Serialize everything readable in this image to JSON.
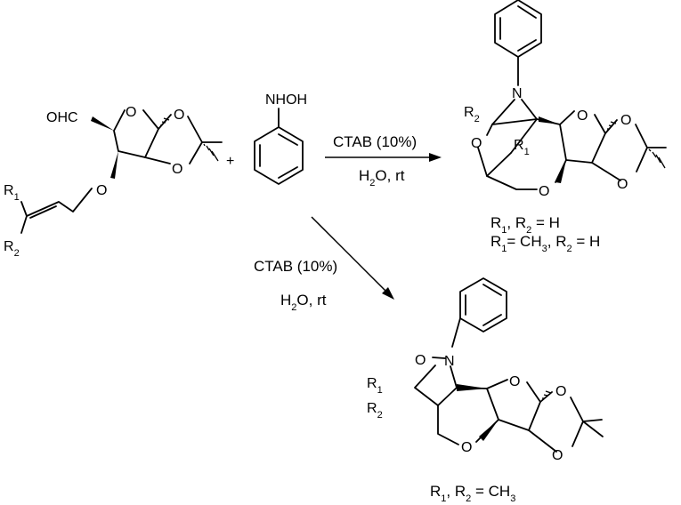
{
  "reactant": {
    "aldehyde_label": "OHC",
    "ring_o_1": "O",
    "ring_o_2": "O",
    "ring_o_3": "O",
    "ether_o": "O",
    "r1": "R",
    "r1_sub": "1",
    "r2": "R",
    "r2_sub": "2"
  },
  "plus": "+",
  "hydroxylamine": {
    "label": "NHOH"
  },
  "reaction_top": {
    "catalyst": "CTAB (10%)",
    "solvent_pre": "H",
    "solvent_sub": "2",
    "solvent_post": "O, rt"
  },
  "reaction_bottom": {
    "catalyst": "CTAB (10%)",
    "solvent_pre": "H",
    "solvent_sub": "2",
    "solvent_post": "O, rt"
  },
  "product_top": {
    "n_label": "N",
    "r1": "R",
    "r1_sub": "1",
    "r2": "R",
    "r2_sub": "2",
    "o_bridge": "O",
    "o_ring1": "O",
    "o_ring2": "O",
    "o_ring3": "O",
    "o_pyran": "O",
    "note1": {
      "a": "R",
      "a_sub": "1",
      "b": ", R",
      "b_sub": "2",
      "c": " = H"
    },
    "note2": {
      "a": "R",
      "a_sub": "1",
      "b": "= CH",
      "b_sub": "3",
      "c": ", R",
      "c_sub": "2",
      "d": " = H"
    }
  },
  "product_bottom": {
    "n_label": "N",
    "o_isox": "O",
    "r1": "R",
    "r1_sub": "1",
    "r2": "R",
    "r2_sub": "2",
    "o_ring1": "O",
    "o_ring2": "O",
    "o_ring3": "O",
    "o_pyran": "O",
    "note": {
      "a": "R",
      "a_sub": "1",
      "b": ", R",
      "b_sub": "2",
      "c": " = CH",
      "c_sub": "3"
    }
  }
}
